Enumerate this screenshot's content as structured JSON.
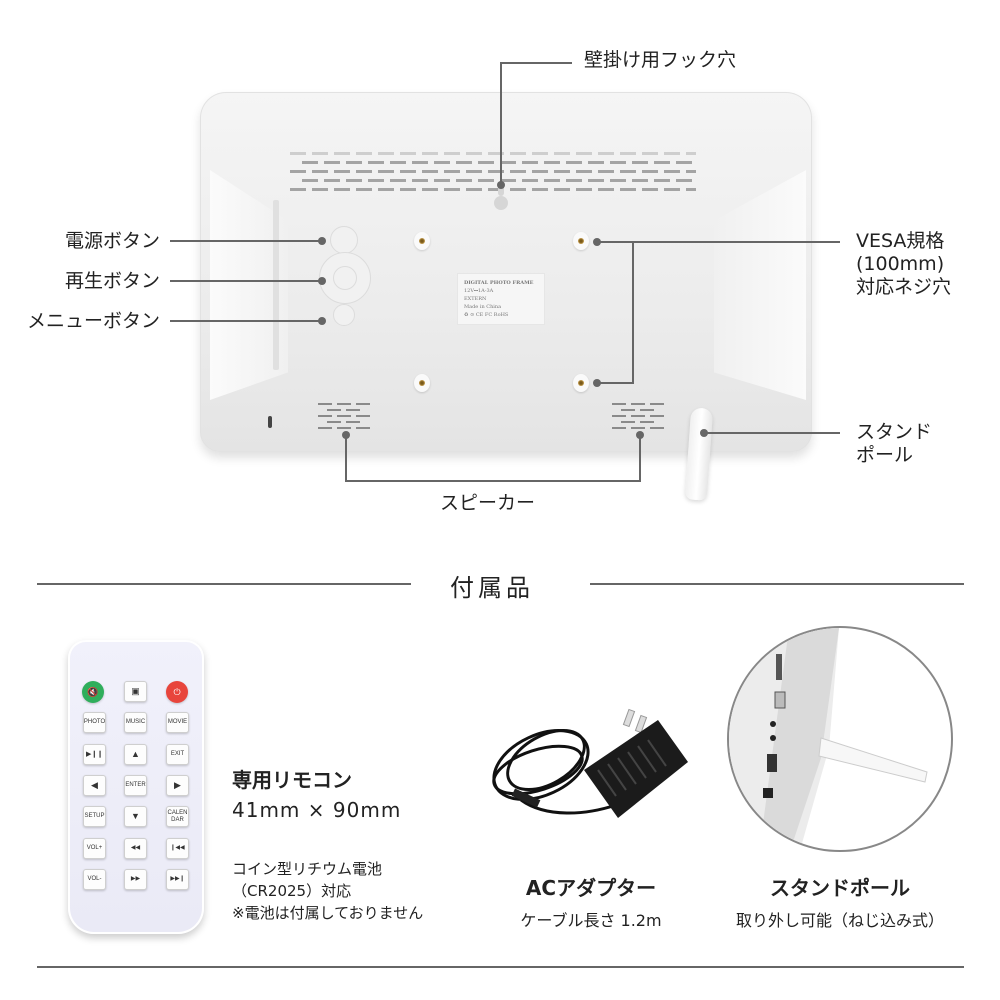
{
  "product_back": {
    "callouts": {
      "wall_hook": "壁掛け用フック穴",
      "power_button": "電源ボタン",
      "play_button": "再生ボタン",
      "menu_button": "メニューボタン",
      "vesa_line1": "VESA規格",
      "vesa_line2": "(100mm)",
      "vesa_line3": "対応ネジ穴",
      "stand_line1": "スタンド",
      "stand_line2": "ポール",
      "speaker": "スピーカー"
    },
    "label_plate": {
      "line1": "DIGITAL PHOTO FRAME",
      "line2": "12V⎓1A-3A",
      "line3": "EXTERN",
      "line4": "Made in China",
      "line5": "♻ ⊙ CE FC RoHS"
    }
  },
  "accessories": {
    "section_title": "付属品",
    "remote": {
      "title": "専用リモコン",
      "size": "41mm × 90mm",
      "note_line1": "コイン型リチウム電池",
      "note_line2": "（CR2025）対応",
      "note_line3": "※電池は付属しておりません",
      "keys": [
        [
          "🔇",
          "▣",
          "⏻"
        ],
        [
          "PHOTO",
          "MUSIC",
          "MOVIE"
        ],
        [
          "▶❙❙",
          "▲",
          "EXIT"
        ],
        [
          "◀",
          "ENTER",
          "▶"
        ],
        [
          "SETUP",
          "▼",
          "CALEN DAR"
        ],
        [
          "VOL+",
          "◀◀",
          "❙◀◀"
        ],
        [
          "VOL-",
          "▶▶",
          "▶▶❙"
        ]
      ],
      "colors": {
        "mute": "#2fae5b",
        "power": "#e8453c"
      }
    },
    "adapter": {
      "title": "ACアダプター",
      "subtitle": "ケーブル長さ 1.2m"
    },
    "stand": {
      "title": "スタンドポール",
      "subtitle": "取り外し可能（ねじ込み式）"
    }
  }
}
